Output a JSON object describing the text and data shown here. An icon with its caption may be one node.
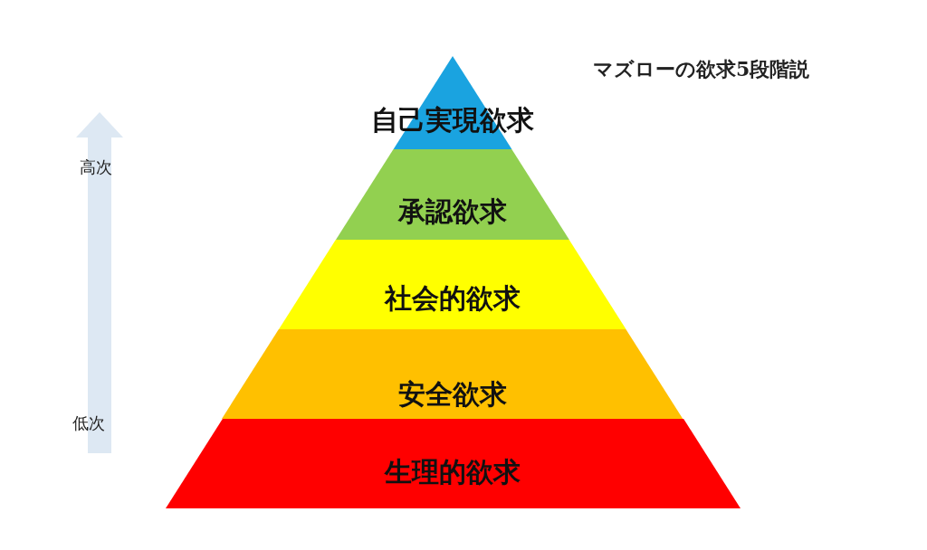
{
  "diagram": {
    "title": "マズローの欲求5段階説",
    "nodes": [
      {
        "text": [
          "自己実現欲求"
        ]
      },
      {
        "text": [
          "承認欲求"
        ]
      },
      {
        "text": [
          "社会的欲求"
        ]
      },
      {
        "text": [
          "安全欲求"
        ]
      },
      {
        "text": [
          "生理的欲求"
        ]
      }
    ],
    "labels": [
      "高次",
      "低次"
    ]
  }
}
